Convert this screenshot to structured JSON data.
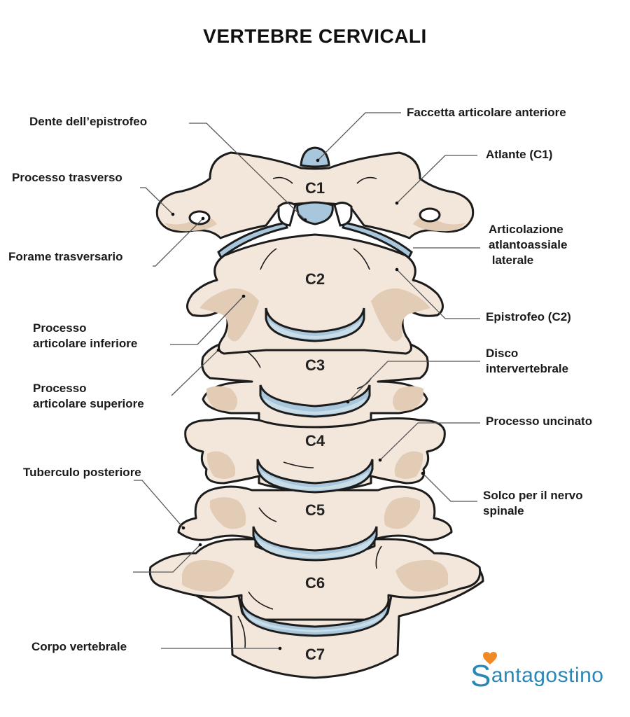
{
  "title": "VERTEBRE CERVICALI",
  "vertebrae": [
    "C1",
    "C2",
    "C3",
    "C4",
    "C5",
    "C6",
    "C7"
  ],
  "labels_left": {
    "dente": "Dente dell’epistrofeo",
    "processo_trasverso": "Processo trasverso",
    "forame_trasversario": "Forame trasversario",
    "processo_articolare_inferiore": [
      "Processo",
      "articolare inferiore"
    ],
    "processo_articolare_superiore": [
      "Processo",
      "articolare superiore"
    ],
    "tuberculo_posteriore": "Tuberculo posteriore",
    "corpo_vertebrale": "Corpo vertebrale"
  },
  "labels_right": {
    "faccetta": "Faccetta articolare anteriore",
    "atlante": "Atlante (C1)",
    "articolazione": [
      "Articolazione",
      "atlantoassiale",
      " laterale"
    ],
    "epistrofeo": "Epistrofeo (C2)",
    "disco": [
      "Disco",
      "intervertebrale"
    ],
    "processo_uncinato": "Processo uncinato",
    "solco": [
      "Solco per il nervo",
      "spinale"
    ]
  },
  "logo": {
    "initial": "S",
    "rest": "antagostino"
  },
  "colors": {
    "bone": "#f3e7dc",
    "bone_shadow": "#e2ccb5",
    "disc": "#a9c7dc",
    "disc_light": "#c9dde9",
    "outline": "#1c1c1c",
    "leader": "#444444",
    "logo_blue": "#2a86b4",
    "logo_orange": "#f08a24"
  }
}
